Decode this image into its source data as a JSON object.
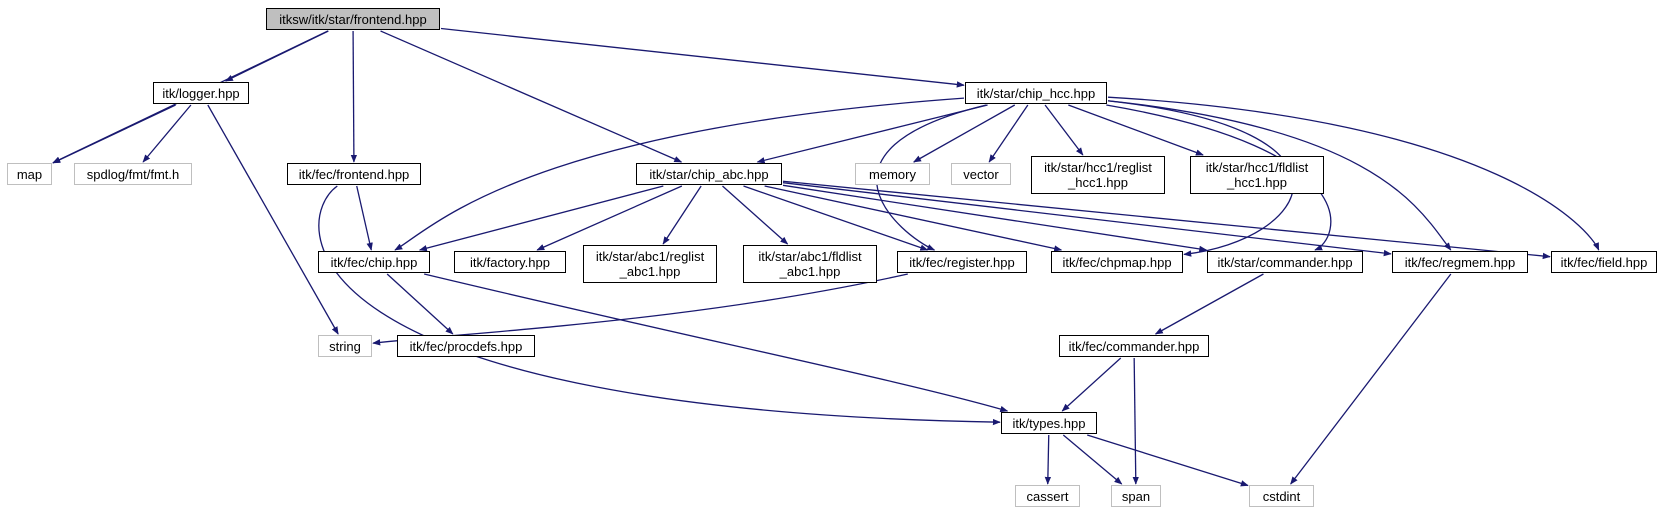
{
  "graph": {
    "nodes": {
      "root": {
        "label": "itksw/itk/star/frontend.hpp",
        "kind": "root"
      },
      "logger": {
        "label": "itk/logger.hpp",
        "kind": "local"
      },
      "chip_hcc": {
        "label": "itk/star/chip_hcc.hpp",
        "kind": "local"
      },
      "map": {
        "label": "map",
        "kind": "system"
      },
      "spdlog": {
        "label": "spdlog/fmt/fmt.h",
        "kind": "system"
      },
      "fec_frontend": {
        "label": "itk/fec/frontend.hpp",
        "kind": "local"
      },
      "chip_abc": {
        "label": "itk/star/chip_abc.hpp",
        "kind": "local"
      },
      "memory": {
        "label": "memory",
        "kind": "system"
      },
      "vector": {
        "label": "vector",
        "kind": "system"
      },
      "reglist_hcc1": {
        "label": "itk/star/hcc1/reglist\n_hcc1.hpp",
        "kind": "local"
      },
      "fldlist_hcc1": {
        "label": "itk/star/hcc1/fldlist\n_hcc1.hpp",
        "kind": "local"
      },
      "fec_chip": {
        "label": "itk/fec/chip.hpp",
        "kind": "local"
      },
      "factory": {
        "label": "itk/factory.hpp",
        "kind": "local"
      },
      "reglist_abc1": {
        "label": "itk/star/abc1/reglist\n_abc1.hpp",
        "kind": "local"
      },
      "fldlist_abc1": {
        "label": "itk/star/abc1/fldlist\n_abc1.hpp",
        "kind": "local"
      },
      "register": {
        "label": "itk/fec/register.hpp",
        "kind": "local"
      },
      "chpmap": {
        "label": "itk/fec/chpmap.hpp",
        "kind": "local"
      },
      "star_commander": {
        "label": "itk/star/commander.hpp",
        "kind": "local"
      },
      "regmem": {
        "label": "itk/fec/regmem.hpp",
        "kind": "local"
      },
      "field": {
        "label": "itk/fec/field.hpp",
        "kind": "local"
      },
      "string": {
        "label": "string",
        "kind": "system"
      },
      "procdefs": {
        "label": "itk/fec/procdefs.hpp",
        "kind": "local"
      },
      "fec_commander": {
        "label": "itk/fec/commander.hpp",
        "kind": "local"
      },
      "types": {
        "label": "itk/types.hpp",
        "kind": "local"
      },
      "cassert": {
        "label": "cassert",
        "kind": "system"
      },
      "span": {
        "label": "span",
        "kind": "system"
      },
      "cstdint": {
        "label": "cstdint",
        "kind": "system"
      }
    },
    "edges": [
      [
        "root",
        "logger"
      ],
      [
        "root",
        "map"
      ],
      [
        "root",
        "fec_frontend"
      ],
      [
        "root",
        "chip_abc"
      ],
      [
        "root",
        "chip_hcc"
      ],
      [
        "logger",
        "map"
      ],
      [
        "logger",
        "spdlog"
      ],
      [
        "logger",
        "string"
      ],
      [
        "fec_frontend",
        "fec_chip"
      ],
      [
        "fec_frontend",
        "types"
      ],
      [
        "chip_hcc",
        "fec_chip"
      ],
      [
        "chip_hcc",
        "chip_abc"
      ],
      [
        "chip_hcc",
        "register"
      ],
      [
        "chip_hcc",
        "memory"
      ],
      [
        "chip_hcc",
        "vector"
      ],
      [
        "chip_hcc",
        "reglist_hcc1"
      ],
      [
        "chip_hcc",
        "fldlist_hcc1"
      ],
      [
        "chip_hcc",
        "chpmap"
      ],
      [
        "chip_hcc",
        "star_commander"
      ],
      [
        "chip_hcc",
        "regmem"
      ],
      [
        "chip_hcc",
        "field"
      ],
      [
        "chip_abc",
        "fec_chip"
      ],
      [
        "chip_abc",
        "factory"
      ],
      [
        "chip_abc",
        "reglist_abc1"
      ],
      [
        "chip_abc",
        "fldlist_abc1"
      ],
      [
        "chip_abc",
        "register"
      ],
      [
        "chip_abc",
        "chpmap"
      ],
      [
        "chip_abc",
        "star_commander"
      ],
      [
        "chip_abc",
        "regmem"
      ],
      [
        "chip_abc",
        "field"
      ],
      [
        "fec_chip",
        "procdefs"
      ],
      [
        "fec_chip",
        "types"
      ],
      [
        "register",
        "string"
      ],
      [
        "star_commander",
        "fec_commander"
      ],
      [
        "regmem",
        "cstdint"
      ],
      [
        "fec_commander",
        "types"
      ],
      [
        "fec_commander",
        "span"
      ],
      [
        "types",
        "cassert"
      ],
      [
        "types",
        "span"
      ],
      [
        "types",
        "cstdint"
      ]
    ],
    "colors": {
      "edge": "#191970",
      "root_fill": "#bfbfbf",
      "local_border": "#000000",
      "system_border": "#bfbfbf"
    }
  }
}
